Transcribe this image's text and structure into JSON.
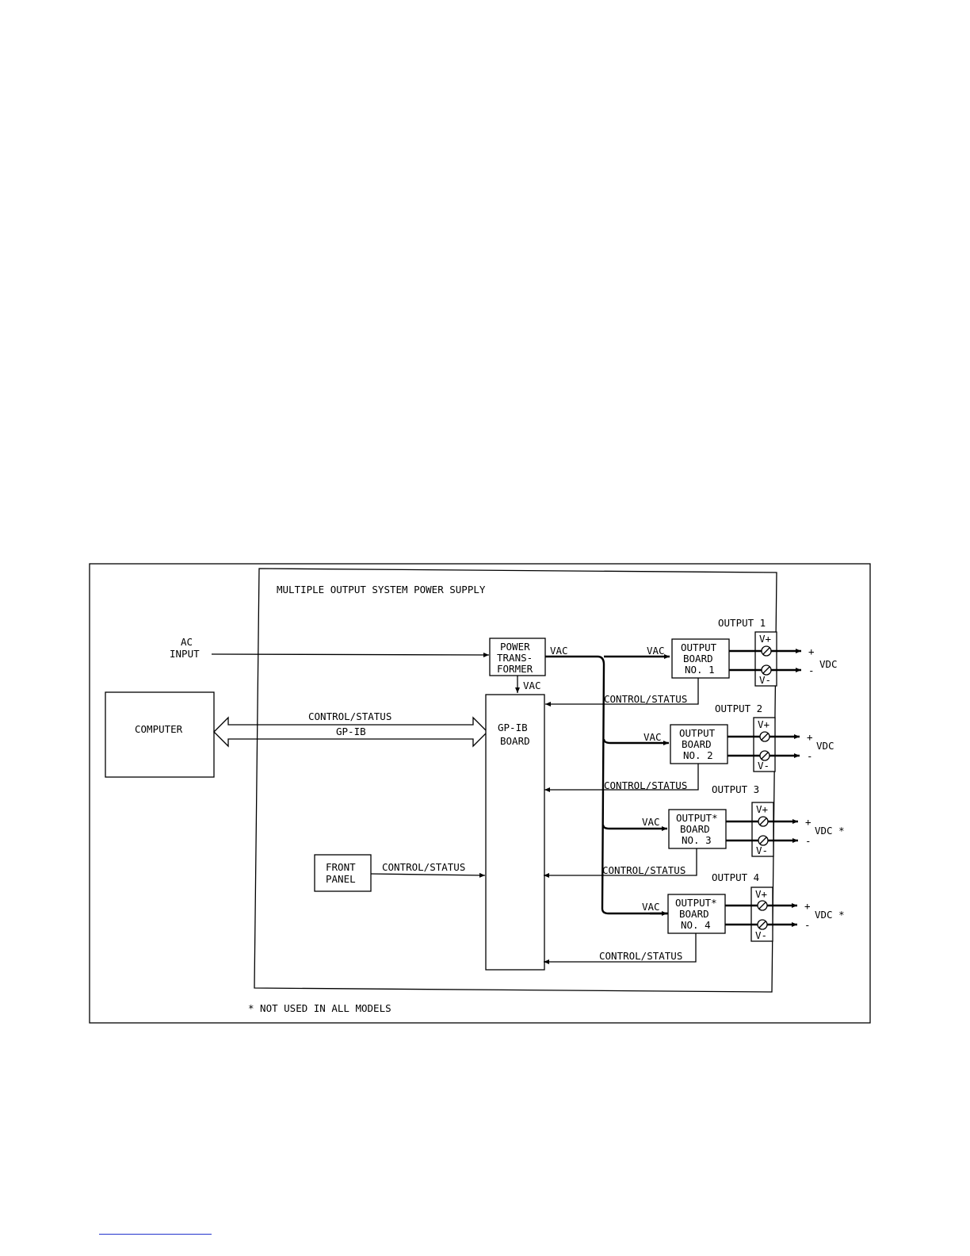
{
  "title": "MULTIPLE OUTPUT SYSTEM POWER SUPPLY",
  "footnote": "* NOT USED IN ALL MODELS",
  "ac_input": [
    "AC",
    "INPUT"
  ],
  "computer": "COMPUTER",
  "bus_top": "CONTROL/STATUS",
  "bus_bottom": "GP-IB",
  "transformer": [
    "POWER",
    "TRANS-",
    "FORMER"
  ],
  "gpib_board": [
    "GP-IB",
    "BOARD"
  ],
  "front_panel": [
    "FRONT",
    "PANEL"
  ],
  "front_panel_link": "CONTROL/STATUS",
  "vac": "VAC",
  "terminal_pos": "V+",
  "terminal_neg": "V-",
  "plus": "+",
  "minus": "-",
  "outputs": [
    {
      "header": "OUTPUT 1",
      "board": [
        "OUTPUT",
        "BOARD",
        "NO. 1"
      ],
      "vdc": "VDC",
      "control": "CONTROL/STATUS"
    },
    {
      "header": "OUTPUT 2",
      "board": [
        "OUTPUT",
        "BOARD",
        "NO. 2"
      ],
      "vdc": "VDC",
      "control": "CONTROL/STATUS"
    },
    {
      "header": "OUTPUT 3",
      "board": [
        "OUTPUT*",
        "BOARD",
        "NO. 3"
      ],
      "vdc": "VDC *",
      "control": "CONTROL/STATUS"
    },
    {
      "header": "OUTPUT 4",
      "board": [
        "OUTPUT*",
        "BOARD",
        "NO. 4"
      ],
      "vdc": "VDC *",
      "control": "CONTROL/STATUS"
    }
  ]
}
